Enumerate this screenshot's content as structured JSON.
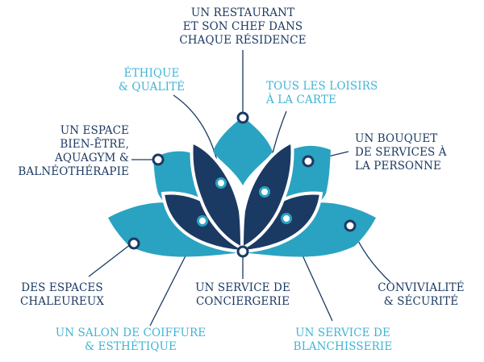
{
  "colors": {
    "dark_navy": "#1b3a63",
    "teal": "#2aa3c2",
    "light_teal_text": "#3fb4d6",
    "white": "#ffffff"
  },
  "labels": {
    "restaurant": [
      "UN RESTAURANT",
      "ET SON CHEF DANS",
      "CHAQUE RÉSIDENCE"
    ],
    "ethique": [
      "ÉTHIQUE",
      "& QUALITÉ"
    ],
    "loisirs": [
      "TOUS LES LOISIRS",
      "À LA CARTE"
    ],
    "bien_etre": [
      "UN ESPACE",
      "BIEN-ÊTRE,",
      "AQUAGYM &",
      "BALNÉOTHÉRAPIE"
    ],
    "bouquet": [
      "UN BOUQUET",
      "DE SERVICES À",
      "LA PERSONNE"
    ],
    "espaces": [
      "DES ESPACES",
      "CHALEUREUX"
    ],
    "conciergerie": [
      "UN SERVICE DE",
      "CONCIERGERIE"
    ],
    "convivialite": [
      "CONVIVIALITÉ",
      "& SÉCURITÉ"
    ],
    "salon": [
      "UN SALON DE COIFFURE",
      "& ESTHÉTIQUE"
    ],
    "blanchisserie": [
      "UN SERVICE DE",
      "BLANCHISSERIE"
    ]
  }
}
